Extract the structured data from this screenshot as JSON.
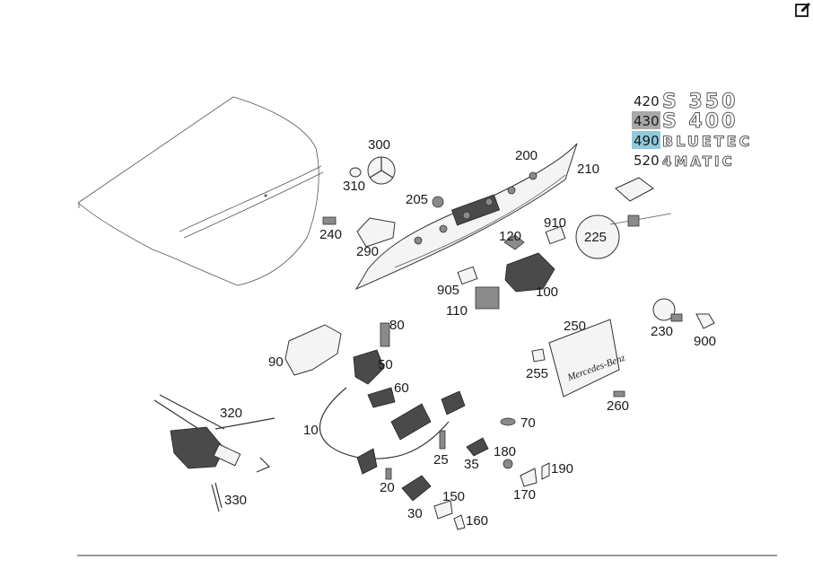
{
  "toolbar": {
    "edit_icon": "edit-icon"
  },
  "badges": [
    {
      "num": "420",
      "text": "S 350",
      "highlight": ""
    },
    {
      "num": "430",
      "text": "S 400",
      "highlight": "#a9a9a9"
    },
    {
      "num": "490",
      "text": "BLUETEC",
      "highlight": "#8fc9dd"
    },
    {
      "num": "520",
      "text": "4MATIC",
      "highlight": ""
    }
  ],
  "plate_text": "Mercedes-Benz",
  "labels": {
    "p300": "300",
    "p310": "310",
    "p200": "200",
    "p210": "210",
    "p205": "205",
    "p240": "240",
    "p290": "290",
    "p910": "910",
    "p120": "120",
    "p225": "225",
    "p905": "905",
    "p100": "100",
    "p110": "110",
    "p80": "80",
    "p250": "250",
    "p230": "230",
    "p900": "900",
    "p90": "90",
    "p50": "50",
    "p255": "255",
    "p60": "60",
    "p260": "260",
    "p320": "320",
    "p10": "10",
    "p70": "70",
    "p180": "180",
    "p190": "190",
    "p25": "25",
    "p35": "35",
    "p330": "330",
    "p20": "20",
    "p170": "170",
    "p150": "150",
    "p30": "30",
    "p160": "160"
  }
}
